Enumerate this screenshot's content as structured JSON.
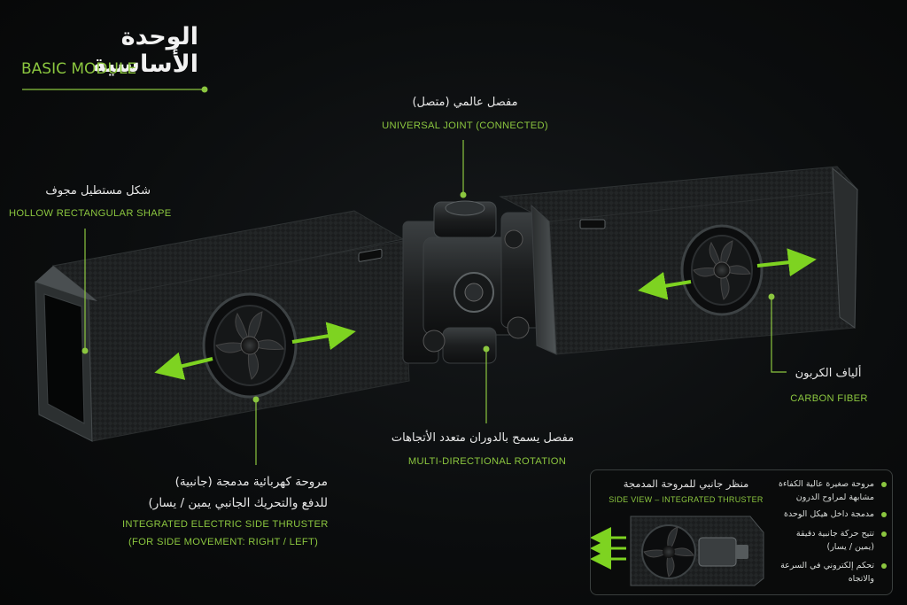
{
  "title": {
    "ar": "الوحدة الأساسية",
    "en": "BASIC MODULE"
  },
  "labels": {
    "universal_joint": {
      "ar": "مفصل عالمي (متصل)",
      "en": "UNIVERSAL JOINT (CONNECTED)"
    },
    "hollow_shape": {
      "ar": "شكل مستطيل مجوف",
      "en": "HOLLOW RECTANGULAR SHAPE"
    },
    "carbon_fiber": {
      "ar": "ألياف الكربون",
      "en": "CARBON FIBER"
    },
    "rotation": {
      "ar": "مفصل يسمح بالدوران متعدد الأتجاهات",
      "en": "MULTI-DIRECTIONAL ROTATION"
    },
    "thruster": {
      "ar_line1": "مروحة كهربائية مدمجة (جانبية)",
      "ar_line2": "للدفع والتحريك الجانبي  يمين / يسار)",
      "en_line1": "INTEGRATED ELECTRIC SIDE THRUSTER",
      "en_line2": "(FOR SIDE MOVEMENT: RIGHT / LEFT)"
    }
  },
  "side_view": {
    "title_ar": "منظر جانبي للمروحة المدمجة",
    "title_en": "SIDE VIEW – INTEGRATED THRUSTER",
    "features": [
      {
        "line1": "مروحة صغيرة عالية الكفاءة",
        "line2": "مشابهة لمراوح الدرون"
      },
      {
        "line1": "مدمجة داخل هيكل الوحدة",
        "line2": ""
      },
      {
        "line1": "تتيح حركة جانبية دقيقة",
        "line2": "(يمين / يسار)"
      },
      {
        "line1": "تحكم إلكتروني في السرعة",
        "line2": "والاتجاه"
      }
    ]
  },
  "colors": {
    "accent": "#8bc63f",
    "background": "#0b0d0e"
  }
}
